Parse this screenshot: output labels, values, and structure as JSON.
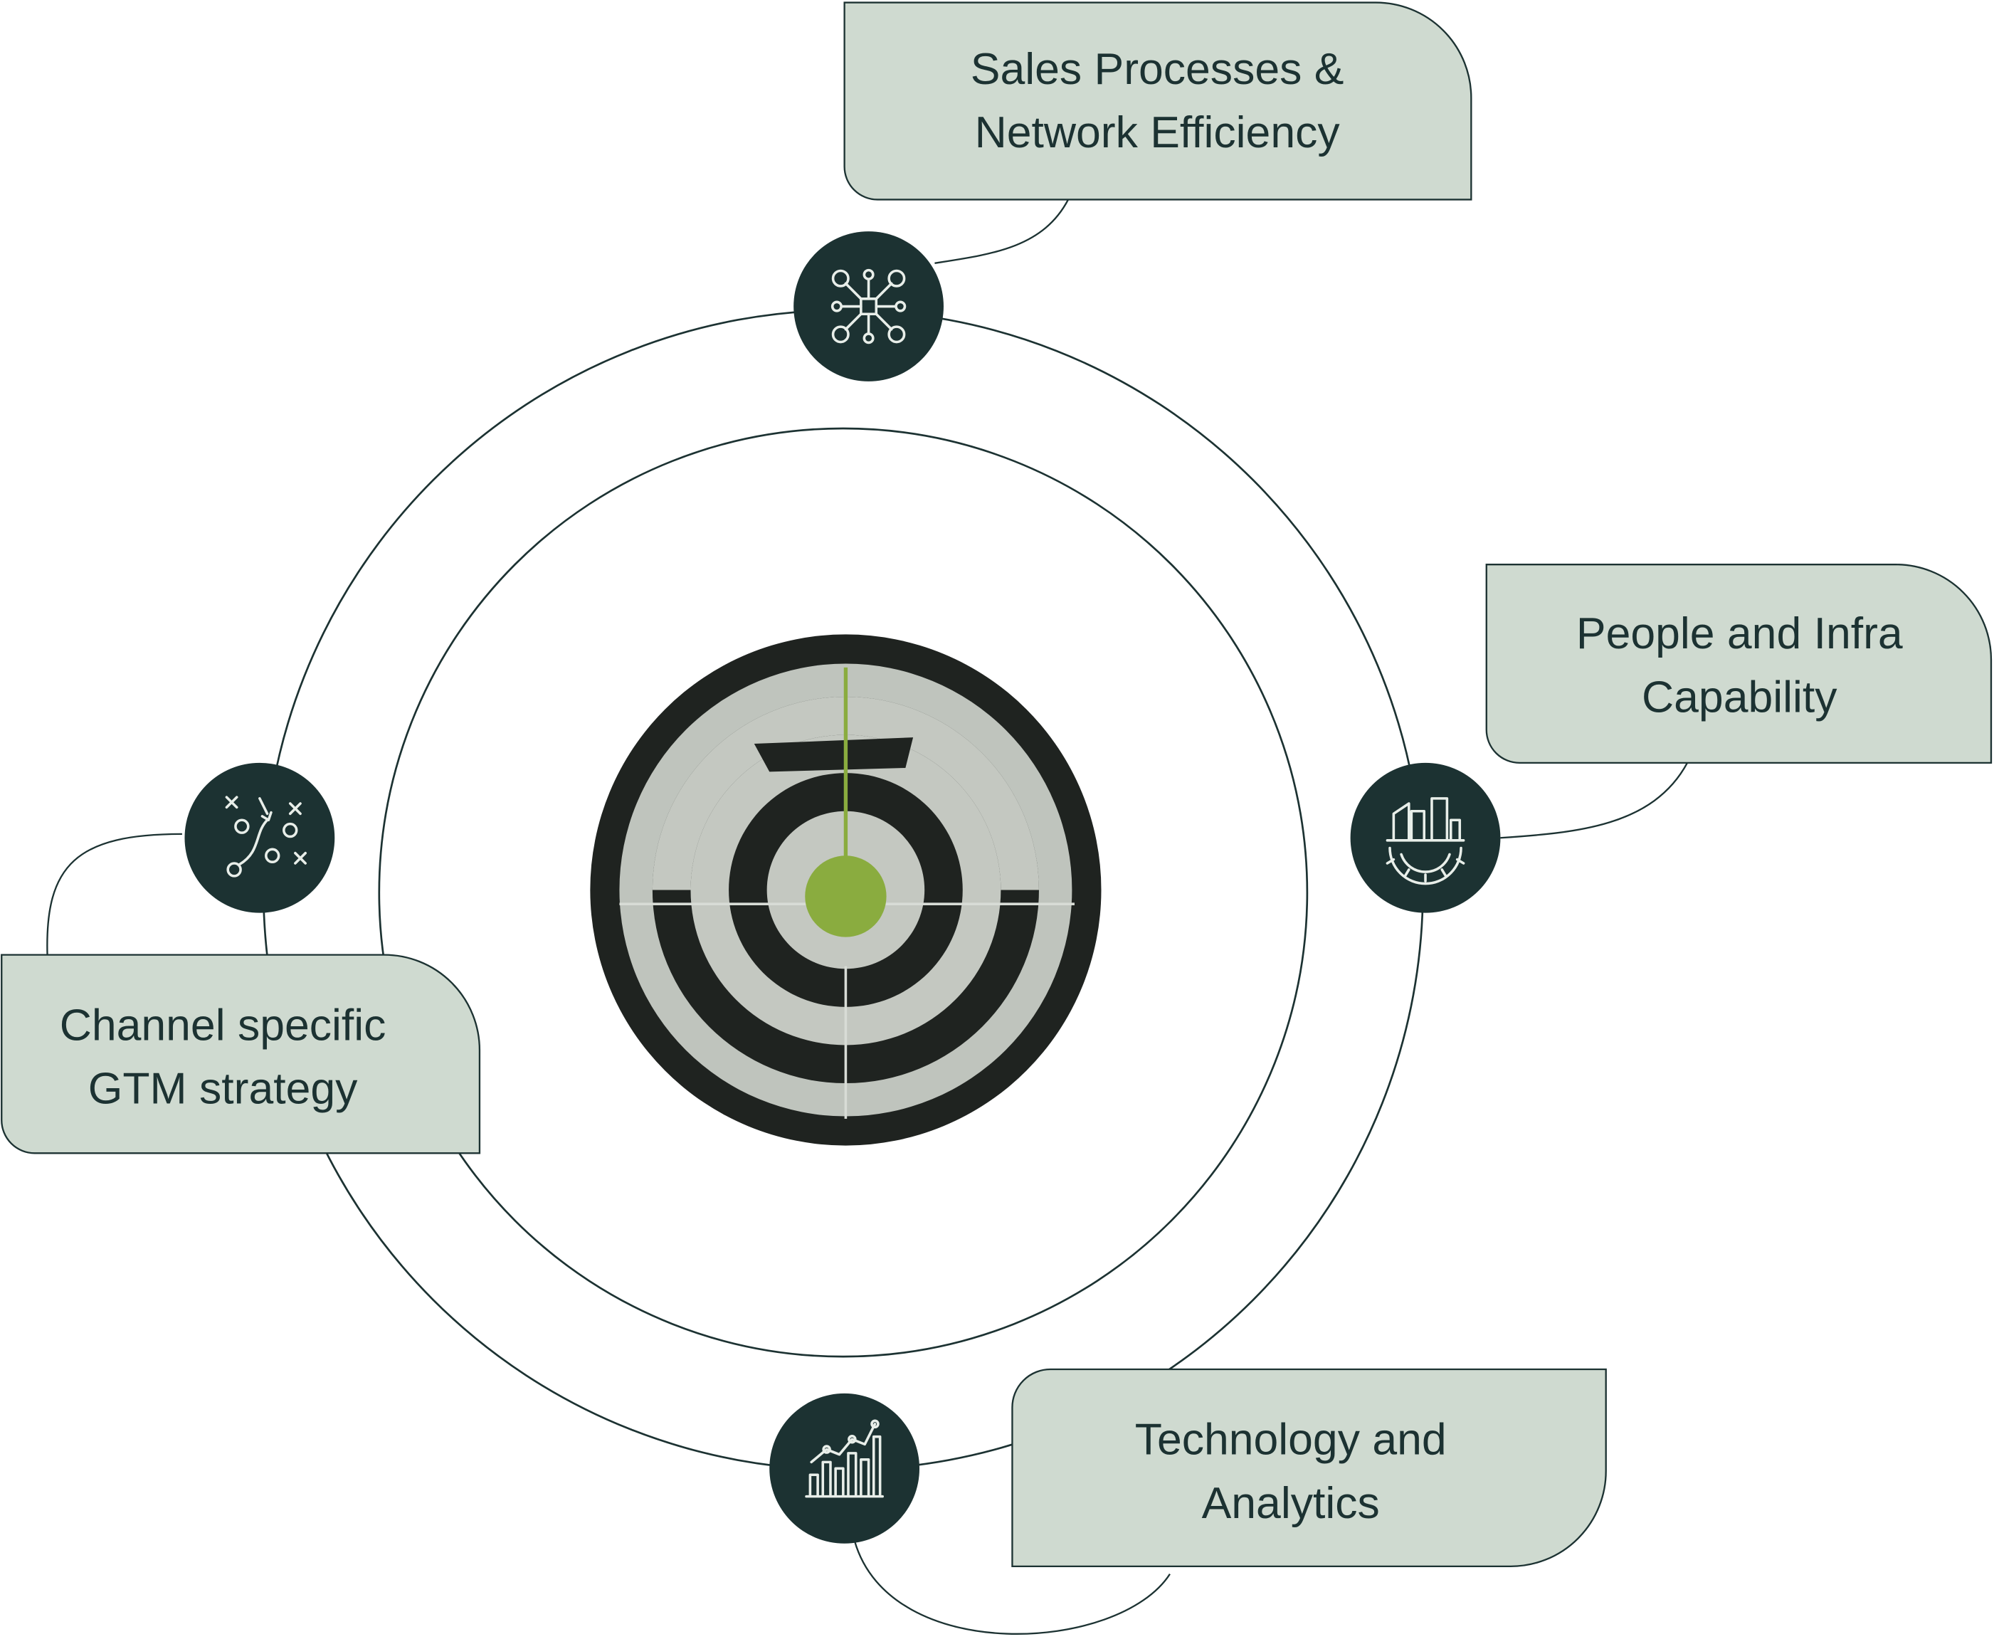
{
  "diagram": {
    "center": "target-icon",
    "nodes": [
      {
        "icon": "network-hub-icon",
        "lines": [
          "Sales Processes &",
          "Network Efficiency"
        ]
      },
      {
        "icon": "buildings-gear-icon",
        "lines": [
          "People and Infra",
          "Capability"
        ]
      },
      {
        "icon": "strategy-play-icon",
        "lines": [
          "Channel specific",
          "GTM strategy"
        ]
      },
      {
        "icon": "bar-chart-growth-icon",
        "lines": [
          "Technology and",
          "Analytics"
        ]
      }
    ]
  },
  "colors": {
    "box": "#cfdad0",
    "dark": "#1c3232",
    "accent": "#8aac3f"
  }
}
